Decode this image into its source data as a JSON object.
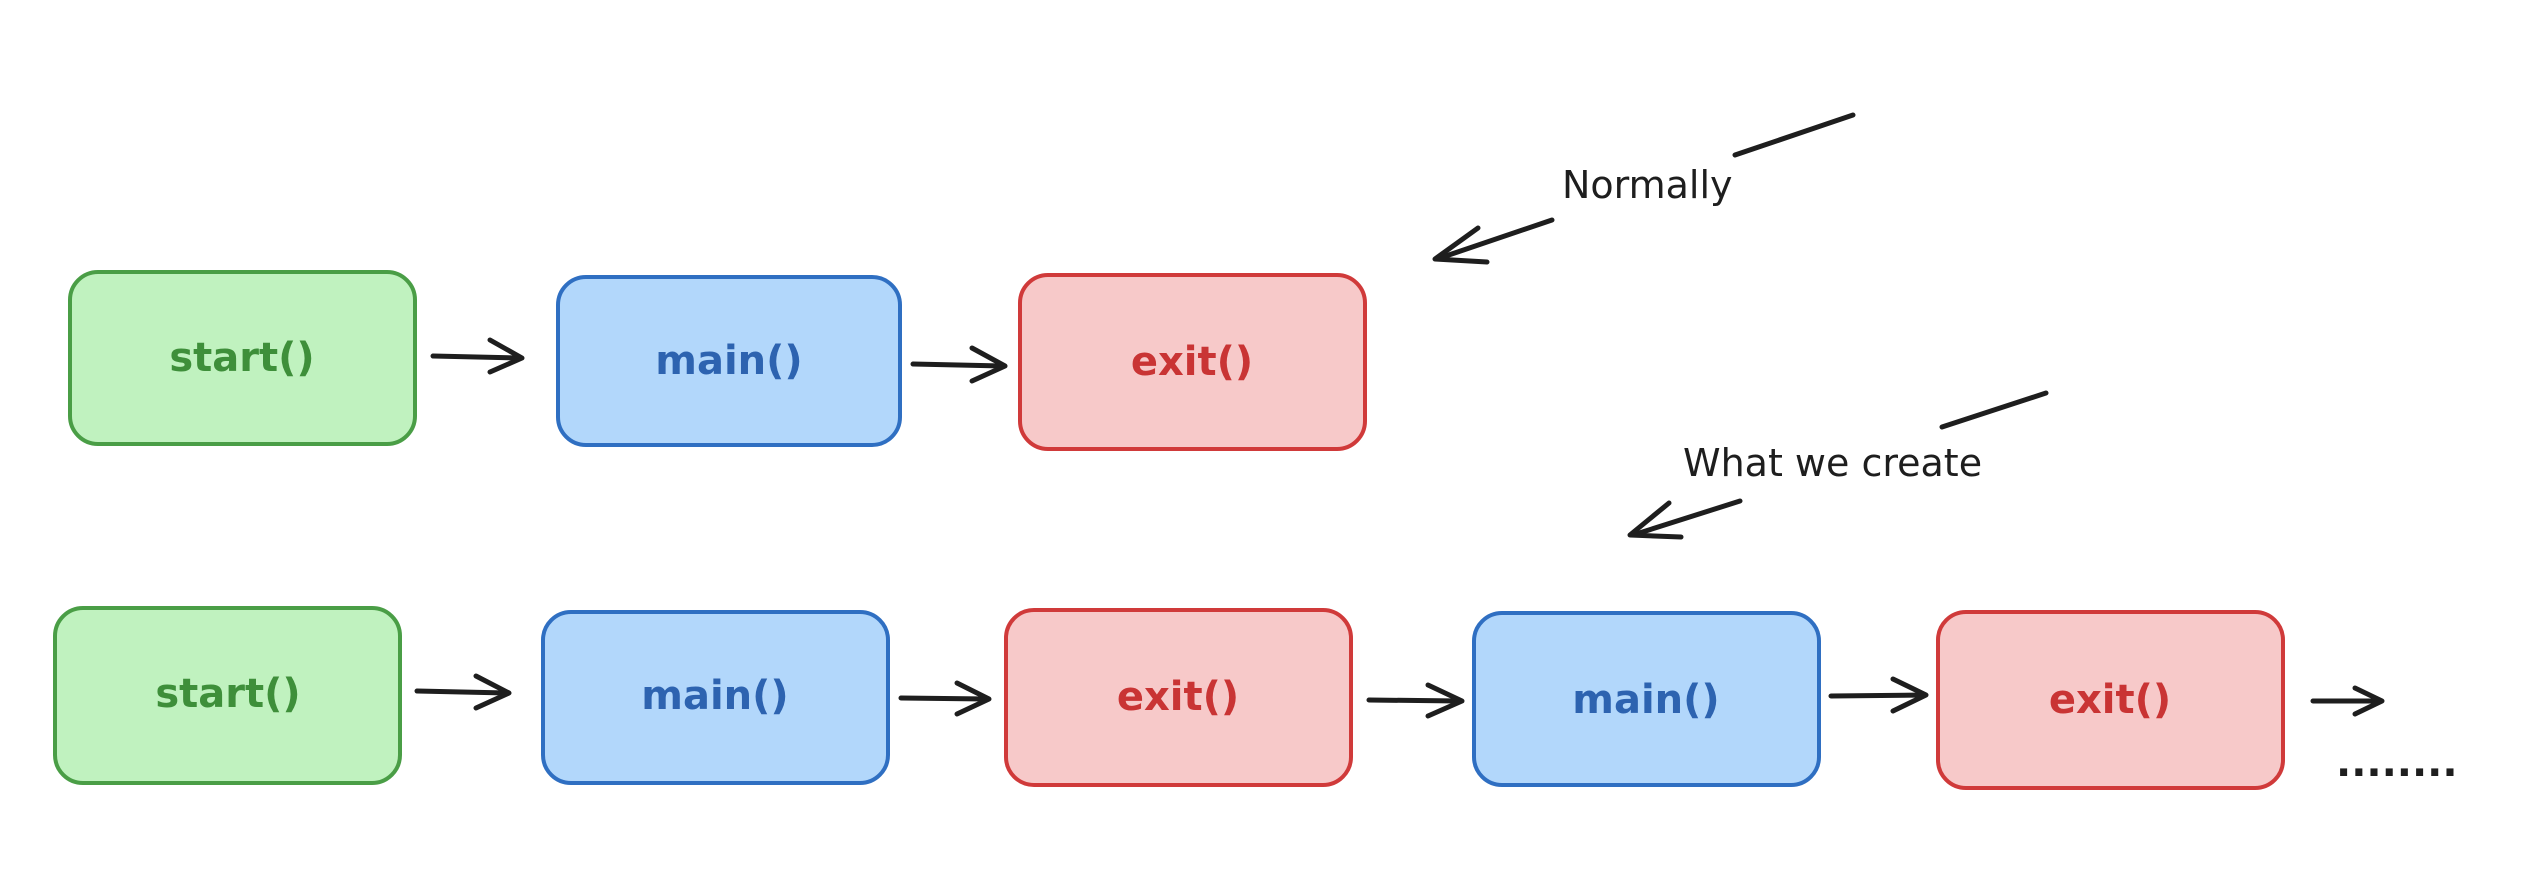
{
  "colors": {
    "start_fill": "#c0f2bf",
    "start_stroke": "#4a9e46",
    "start_text": "#3e8f3a",
    "main_fill": "#b2d7fb",
    "main_stroke": "#2f6fc2",
    "main_text": "#2d63b0",
    "exit_fill": "#f7c9c9",
    "exit_stroke": "#d03a3a",
    "exit_text": "#c93434",
    "ink": "#1e1e1e"
  },
  "rows": [
    {
      "name": "normal-flow",
      "nodes": [
        {
          "kind": "start",
          "label": "start()"
        },
        {
          "kind": "main",
          "label": "main()"
        },
        {
          "kind": "exit",
          "label": "exit()"
        }
      ]
    },
    {
      "name": "created-flow",
      "nodes": [
        {
          "kind": "start",
          "label": "start()"
        },
        {
          "kind": "main",
          "label": "main()"
        },
        {
          "kind": "exit",
          "label": "exit()"
        },
        {
          "kind": "main",
          "label": "main()"
        },
        {
          "kind": "exit",
          "label": "exit()"
        }
      ],
      "continuation": "........"
    }
  ],
  "annotations": [
    {
      "name": "normally-annotation",
      "text": "Normally"
    },
    {
      "name": "what-we-create-annotation",
      "text": "What we create"
    }
  ]
}
